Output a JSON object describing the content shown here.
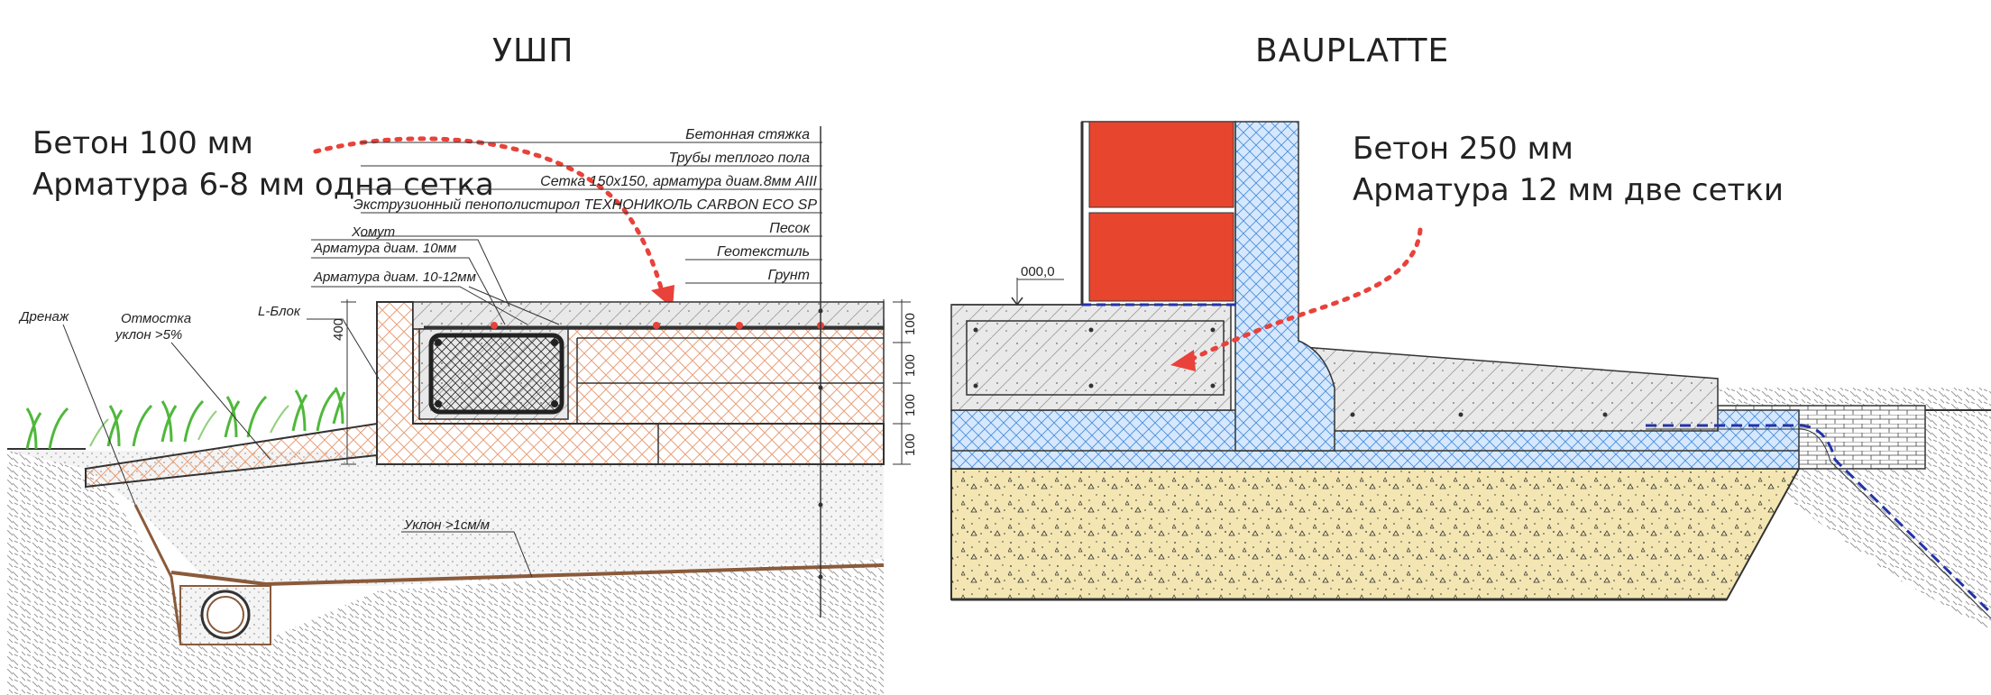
{
  "left": {
    "title": "УШП",
    "callout_line1": "Бетон 100 мм",
    "callout_line2": "Арматура 6-8 мм одна сетка",
    "layers": [
      "Бетонная стяжка",
      "Трубы теплого пола",
      "Сетка 150х150, арматура диам.8мм АIII",
      "Экструзионный пенополистирол ТЕХНОНИКОЛЬ CARBON ECO SP",
      "Песок",
      "Геотекстиль",
      "Грунт"
    ],
    "notes": {
      "khomut": "Хомут",
      "arm10": "Арматура диам. 10мм",
      "arm1012": "Арматура диам. 10-12мм",
      "drain": "Дренаж",
      "otmostka": "Отмостка",
      "slope": "уклон >5%",
      "lblock": "L-Блок",
      "bottom_slope": "Уклон >1см/м"
    },
    "dims": {
      "height": "400",
      "d1": "100",
      "d2": "100",
      "d3": "100",
      "d4": "100"
    }
  },
  "right": {
    "title": "BAUPLATTE",
    "callout_line1": "Бетон 250 мм",
    "callout_line2": "Арматура 12 мм две сетки",
    "level": "000,0"
  },
  "colors": {
    "arrow": "#e8423a",
    "brick": "#e8452f",
    "insulation_blue": "#cfe4ff",
    "sand": "#f3e6b3",
    "concrete": "#e6e6e6",
    "eps_hatch": "#e8a07a",
    "grass": "#4fb83a"
  }
}
